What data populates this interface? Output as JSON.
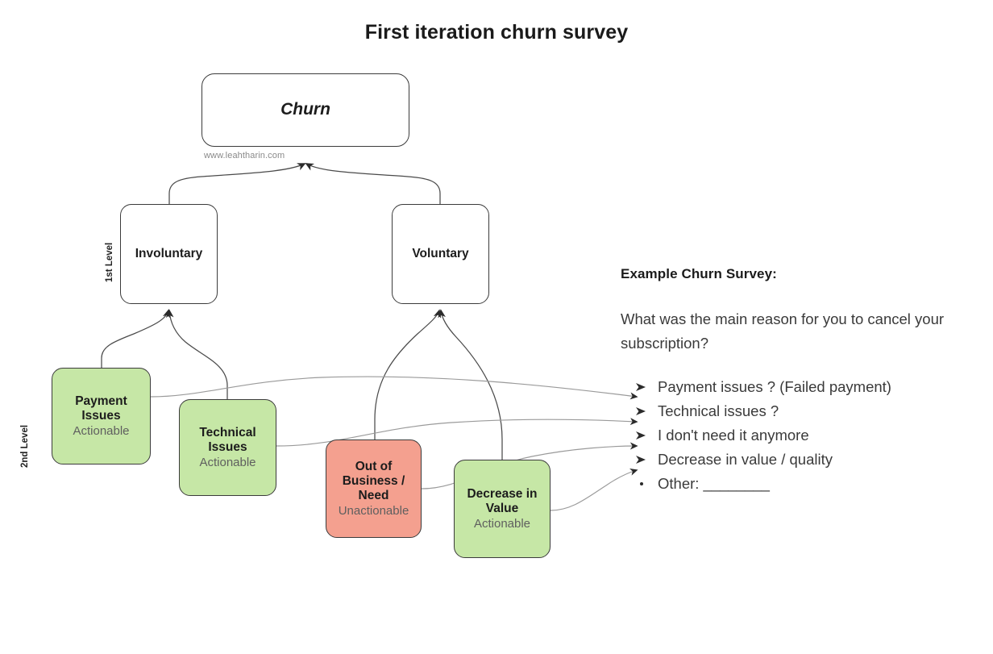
{
  "page": {
    "title": "First iteration churn survey",
    "watermark": "www.leahtharin.com"
  },
  "levels": {
    "first": "1st Level",
    "second": "2nd Level"
  },
  "colors": {
    "actionable_fill": "#c6e7a6",
    "unactionable_fill": "#f4a08f",
    "node_stroke": "#3b3b3b",
    "link_stroke": "#4a4a4a",
    "survey_link_stroke": "#9a9a9a",
    "text": "#1f1f1f",
    "muted_text": "#5f5f5f"
  },
  "diagram": {
    "root": {
      "label": "Churn"
    },
    "level1": [
      {
        "label": "Involuntary"
      },
      {
        "label": "Voluntary"
      }
    ],
    "level2": [
      {
        "label": "Payment Issues",
        "line1": "Payment",
        "line2": "Issues",
        "status": "Actionable",
        "type": "actionable",
        "parent": "Involuntary"
      },
      {
        "label": "Technical Issues",
        "line1": "Technical",
        "line2": "Issues",
        "status": "Actionable",
        "type": "actionable",
        "parent": "Involuntary"
      },
      {
        "label": "Out of Business / Need",
        "line1": "Out of",
        "line2": "Business /",
        "line3": "Need",
        "status": "Unactionable",
        "type": "unactionable",
        "parent": "Voluntary"
      },
      {
        "label": "Decrease in Value",
        "line1": "Decrease in",
        "line2": "Value",
        "status": "Actionable",
        "type": "actionable",
        "parent": "Voluntary"
      }
    ]
  },
  "survey": {
    "heading": "Example Churn Survey:",
    "question": "What was the main reason for you to cancel your subscription?",
    "options": [
      {
        "text": "Payment issues ? (Failed payment)",
        "marker": "arrow"
      },
      {
        "text": "Technical issues ?",
        "marker": "arrow"
      },
      {
        "text": "I don't need it anymore",
        "marker": "arrow"
      },
      {
        "text": "Decrease in value / quality",
        "marker": "arrow"
      },
      {
        "text": "Other: ________",
        "marker": "dot"
      }
    ]
  }
}
